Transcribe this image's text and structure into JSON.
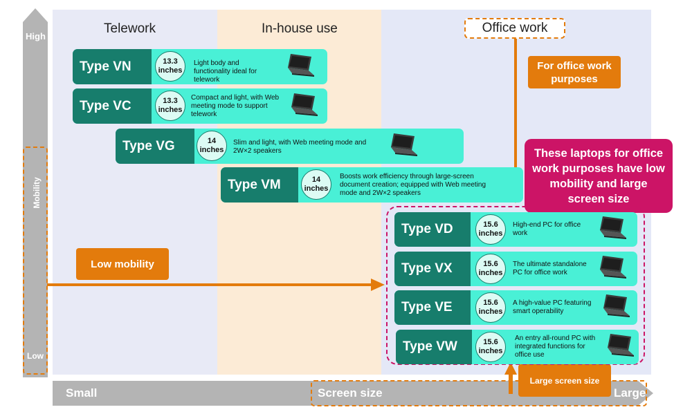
{
  "zones": {
    "telework": "Telework",
    "in_house": "In-house use",
    "office": "Office work"
  },
  "y_axis": {
    "high": "High",
    "title": "Mobility",
    "low": "Low"
  },
  "x_axis": {
    "small": "Small",
    "title": "Screen size",
    "large": "Large"
  },
  "callouts": {
    "office_purposes": "For office work purposes",
    "low_mobility": "Low mobility",
    "large_screen": "Large screen size",
    "summary": "These laptops for office work purposes have low mobility and large screen size"
  },
  "models": [
    {
      "name": "Type VN",
      "size": "13.3",
      "unit": "inches",
      "desc": "Light body and functionality ideal for telework"
    },
    {
      "name": "Type VC",
      "size": "13.3",
      "unit": "inches",
      "desc": "Compact and light, with Web meeting mode to support telework"
    },
    {
      "name": "Type VG",
      "size": "14",
      "unit": "inches",
      "desc": "Slim and light, with Web meeting mode and 2W×2 speakers"
    },
    {
      "name": "Type VM",
      "size": "14",
      "unit": "inches",
      "desc": "Boosts work efficiency through large-screen document creation; equipped with Web meeting mode and 2W×2 speakers"
    },
    {
      "name": "Type VD",
      "size": "15.6",
      "unit": "inches",
      "desc": "High-end PC for office work"
    },
    {
      "name": "Type VX",
      "size": "15.6",
      "unit": "inches",
      "desc": "The ultimate standalone PC for office work"
    },
    {
      "name": "Type VE",
      "size": "15.6",
      "unit": "inches",
      "desc": "A high-value PC featuring smart operability"
    },
    {
      "name": "Type VW",
      "size": "15.6",
      "unit": "inches",
      "desc": "An entry all-round PC with integrated functions for office use"
    }
  ],
  "colors": {
    "card": "#49f0d6",
    "tag": "#177d6c",
    "accent_orange": "#e37b0c",
    "highlight_magenta": "#cc1466",
    "axis_gray": "#b4b4b4"
  },
  "icons": [
    "laptop-icon"
  ]
}
